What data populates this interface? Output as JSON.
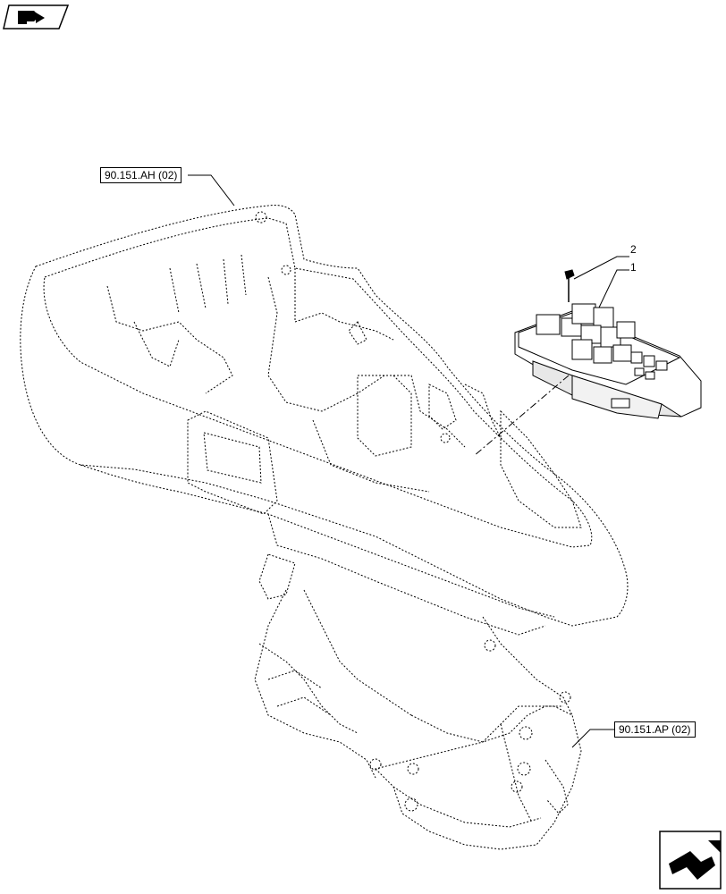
{
  "references": {
    "upper": "90.151.AH (02)",
    "lower": "90.151.AP (02)"
  },
  "callouts": {
    "screw": "2",
    "fuse_box": "1"
  },
  "icons": {
    "top_left": "navigation-arrow-icon",
    "bottom_right": "page-turn-arrow-icon"
  },
  "colors": {
    "line": "#000000",
    "background": "#ffffff"
  }
}
